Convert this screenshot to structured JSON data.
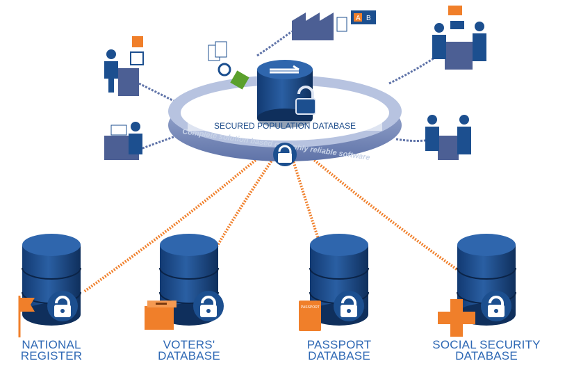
{
  "center": {
    "label": "SECURED POPULATION DATABASE",
    "ring_text": "Complete solution based on highly reliable software"
  },
  "databases": [
    {
      "line1": "NATIONAL",
      "line2": "REGISTER",
      "icon": "flag-icon"
    },
    {
      "line1": "VOTERS'",
      "line2": "DATABASE",
      "icon": "ballot-box-icon"
    },
    {
      "line1": "PASSPORT",
      "line2": "DATABASE",
      "icon": "passport-icon"
    },
    {
      "line1": "SOCIAL SECURITY",
      "line2": "DATABASE",
      "icon": "cross-icon"
    }
  ],
  "badges": {
    "id_card_a": "A",
    "id_card_b": "B",
    "passport_small": "PASSPORT"
  },
  "colors": {
    "db_blue": "#1c4f8f",
    "db_dark": "#0f2f5c",
    "label_blue": "#2e68b4",
    "orange": "#f07f2a",
    "ring": "#7c8fbe",
    "ring_dark": "#4c5f94"
  }
}
